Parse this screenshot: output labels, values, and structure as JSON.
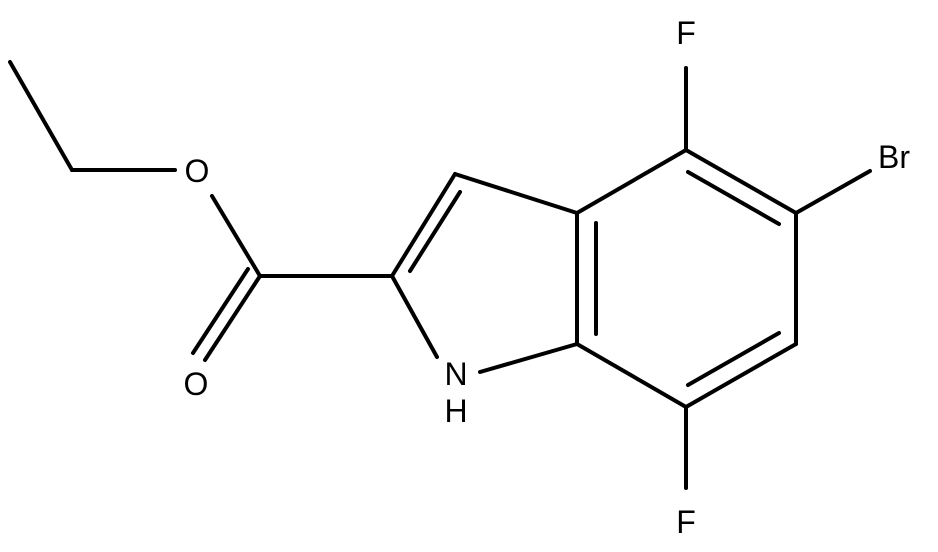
{
  "molecule": {
    "atoms": {
      "fluoro_top": "F",
      "bromo": "Br",
      "ester_oxygen": "O",
      "carbonyl_oxygen": "O",
      "nitrogen": "N",
      "nitrogen_hydrogen": "H",
      "fluoro_bottom": "F"
    }
  },
  "colors": {
    "bond": "#000000",
    "label": "#000000",
    "background": "#ffffff"
  }
}
